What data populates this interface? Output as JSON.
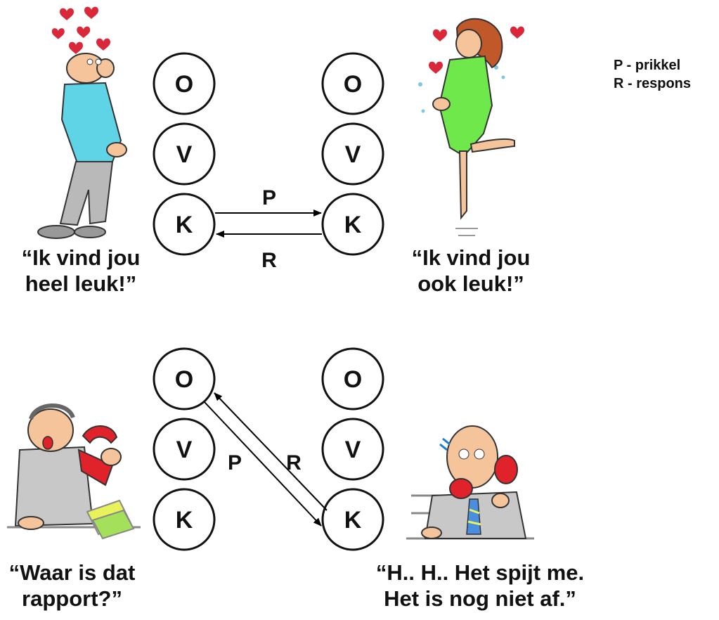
{
  "legend": {
    "line1": "P - prikkel",
    "line2": "R - respons"
  },
  "columns": {
    "o": "O",
    "v": "V",
    "k": "K"
  },
  "arrows": {
    "top_stimulus": "P",
    "top_response": "R",
    "bottom_stimulus": "P",
    "bottom_response": "R"
  },
  "captions": {
    "top_left_line1": "“Ik vind jou",
    "top_left_line2": "heel leuk!”",
    "top_right_line1": "“Ik vind jou",
    "top_right_line2": "ook leuk!”",
    "bottom_left_line1": "“Waar is dat",
    "bottom_left_line2": "rapport?”",
    "bottom_right_line1": "“H.. H.. Het spijt me.",
    "bottom_right_line2": "Het is nog niet af.”"
  },
  "colors": {
    "heart": "#d8283a",
    "man_shirt": "#5fd4e6",
    "pants": "#b9b9b9",
    "woman_dress": "#6ee84a",
    "skin": "#f5c49a",
    "hair_woman": "#c0582a",
    "phone": "#e0222a",
    "suit": "#c8c8c8",
    "paper": "#e8f25a",
    "tie": "#4a8ee0"
  }
}
